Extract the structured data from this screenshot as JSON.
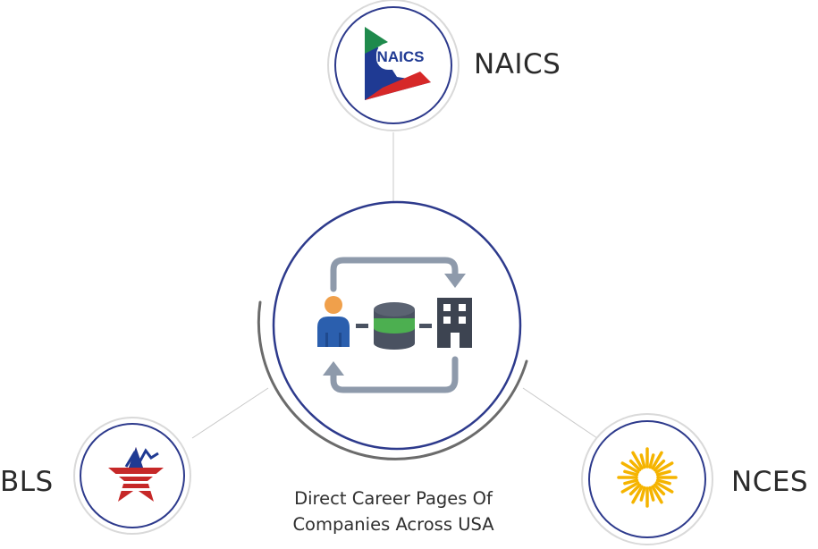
{
  "hub": {
    "icon": "person-database-building-sync-icon",
    "caption_line1": "Direct Career Pages Of",
    "caption_line2": "Companies Across USA"
  },
  "nodes": {
    "naics": {
      "label": "NAICS",
      "logo_text": "NAICS",
      "icon": "naics-logo"
    },
    "bls": {
      "label": "BLS",
      "icon": "bls-star-logo"
    },
    "nces": {
      "label": "NCES",
      "icon": "nces-sun-logo"
    }
  },
  "colors": {
    "ring": "#2d3a8c",
    "connector": "#c9c9c9",
    "swoosh": "#6b6b6b",
    "arrow": "#8e9aab",
    "person_head": "#f0a04b",
    "person_body": "#2b5fae",
    "db_dark": "#4a5261",
    "db_band": "#4caf50",
    "building": "#3d4451",
    "naics_blue": "#1f3a93",
    "naics_red": "#d62828",
    "naics_green": "#1f8a4c",
    "bls_red": "#c62828",
    "bls_blue": "#1f3a93",
    "nces_yellow": "#f5b400"
  }
}
